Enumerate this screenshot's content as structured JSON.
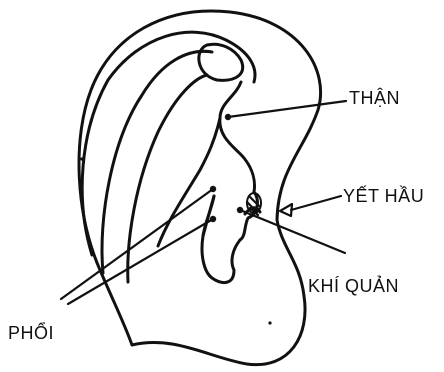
{
  "diagram": {
    "labels": {
      "than": "THẬN",
      "yet_hau": "YẾT HẦU",
      "khi_quan": "KHÍ QUẢN",
      "phoi": "PHỔI"
    },
    "ink_color": "#111111",
    "background_color": "#ffffff"
  }
}
